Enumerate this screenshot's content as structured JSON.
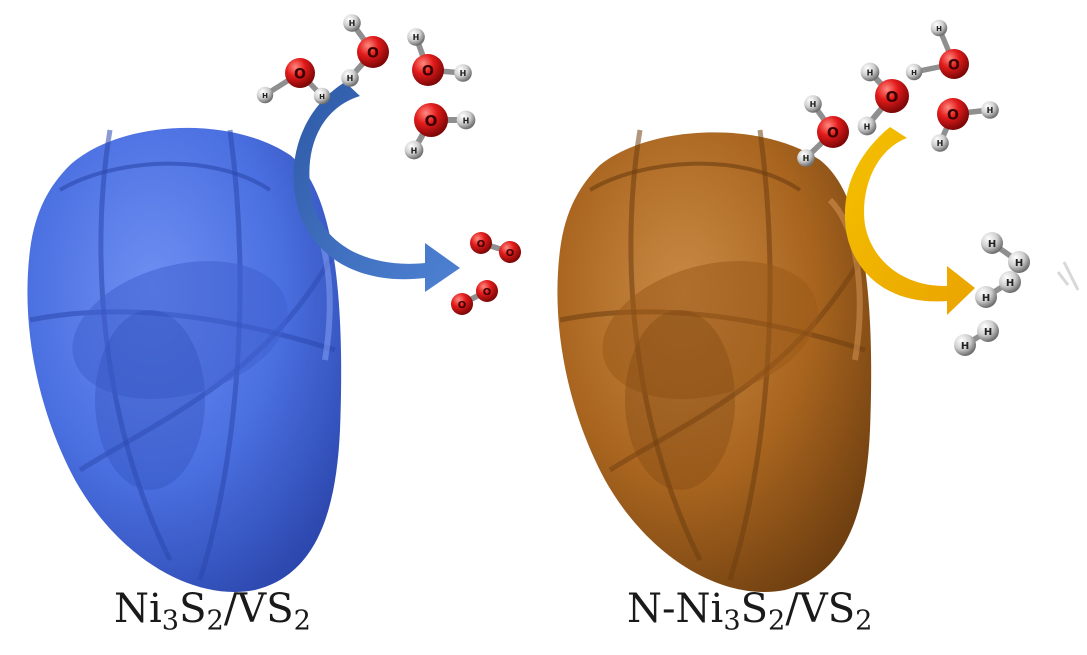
{
  "captions": {
    "left": {
      "a": "Ni",
      "b": "3",
      "c": "S",
      "d": "2",
      "e": "/VS",
      "f": "2"
    },
    "right": {
      "a": "N-Ni",
      "b": "3",
      "c": "S",
      "d": "2",
      "e": "/VS",
      "f": "2"
    }
  },
  "atoms": {
    "oxygen": "O",
    "hydrogen": "H"
  },
  "colors": {
    "left_particle": "#4a6fe0",
    "right_particle": "#b06a24",
    "left_arrow": "#3a64b4",
    "right_arrow": "#f1b400",
    "oxygen": "#d81a1a",
    "hydrogen": "#cfcfcf"
  },
  "icons": {
    "left_particle": "nanosheet-microsphere-icon",
    "right_particle": "nanosheet-microsphere-icon",
    "left_arrow": "curved-arrow-icon",
    "right_arrow": "curved-arrow-icon"
  }
}
